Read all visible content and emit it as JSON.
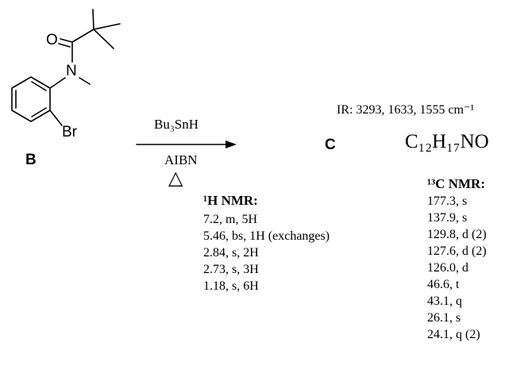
{
  "compound_b": {
    "label": "B",
    "atoms": {
      "oxygen": "O",
      "nitrogen": "N",
      "bromine": "Br"
    }
  },
  "reaction": {
    "reagent_above": "Bu₃SnH",
    "reagent_below": "AIBN",
    "heat_symbol": "△"
  },
  "product": {
    "label": "C",
    "formula": "C₁₂H₁₇NO",
    "ir": "IR: 3293, 1633, 1555 cm⁻¹"
  },
  "h_nmr": {
    "title": "¹H NMR:",
    "peaks": [
      "7.2, m, 5H",
      "5.46, bs, 1H (exchanges)",
      "2.84, s, 2H",
      "2.73, s, 3H",
      "1.18, s, 6H"
    ]
  },
  "c_nmr": {
    "title": "¹³C NMR:",
    "peaks": [
      "177.3, s",
      "137.9, s",
      "129.8, d (2)",
      "127.6, d (2)",
      "126.0, d",
      "46.6, t",
      "43.1, q",
      "26.1, s",
      "24.1, q (2)"
    ]
  }
}
